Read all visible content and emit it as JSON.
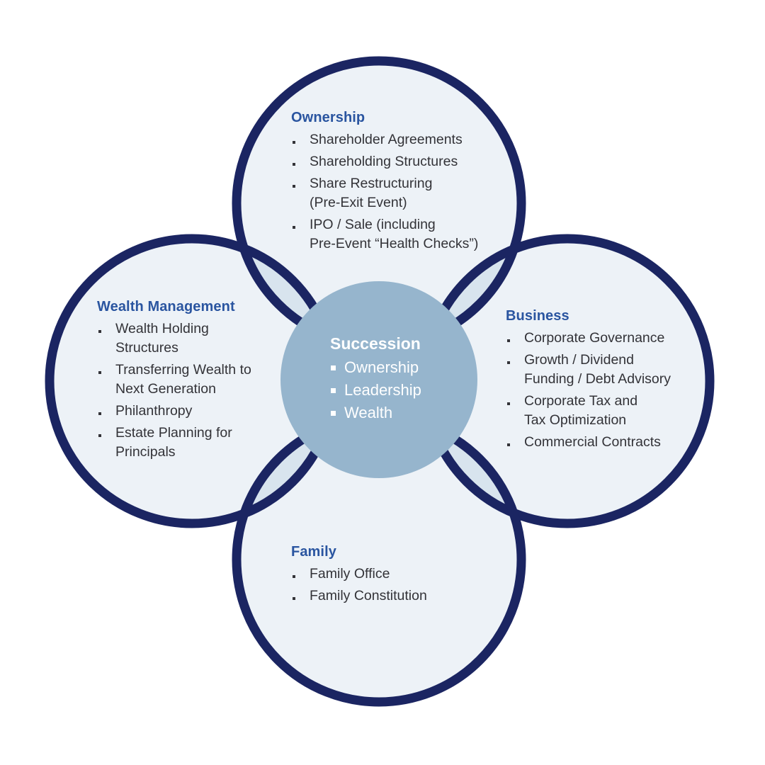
{
  "colors": {
    "ring_stroke": "#1b2562",
    "ring_fill": "#edf2f7",
    "overlap_fill": "#d8e4ee",
    "center_fill": "#96b5cd",
    "heading": "#2a55a0",
    "text": "#333338"
  },
  "center": {
    "title": "Succession",
    "items": [
      "Ownership",
      "Leadership",
      "Wealth"
    ]
  },
  "ownership": {
    "title": "Ownership",
    "items": [
      "Shareholder Agreements",
      "Shareholding Structures",
      "Share Restructuring\n(Pre-Exit Event)",
      "IPO / Sale (including\nPre-Event “Health Checks”)"
    ]
  },
  "wealth_management": {
    "title": "Wealth Management",
    "items": [
      "Wealth Holding\nStructures",
      "Transferring Wealth to\nNext Generation",
      "Philanthropy",
      "Estate Planning for\nPrincipals"
    ]
  },
  "business": {
    "title": "Business",
    "items": [
      "Corporate Governance",
      "Growth / Dividend\nFunding / Debt Advisory",
      "Corporate Tax and\nTax Optimization",
      "Commercial Contracts"
    ]
  },
  "family": {
    "title": "Family",
    "items": [
      "Family Office",
      "Family Constitution"
    ]
  }
}
